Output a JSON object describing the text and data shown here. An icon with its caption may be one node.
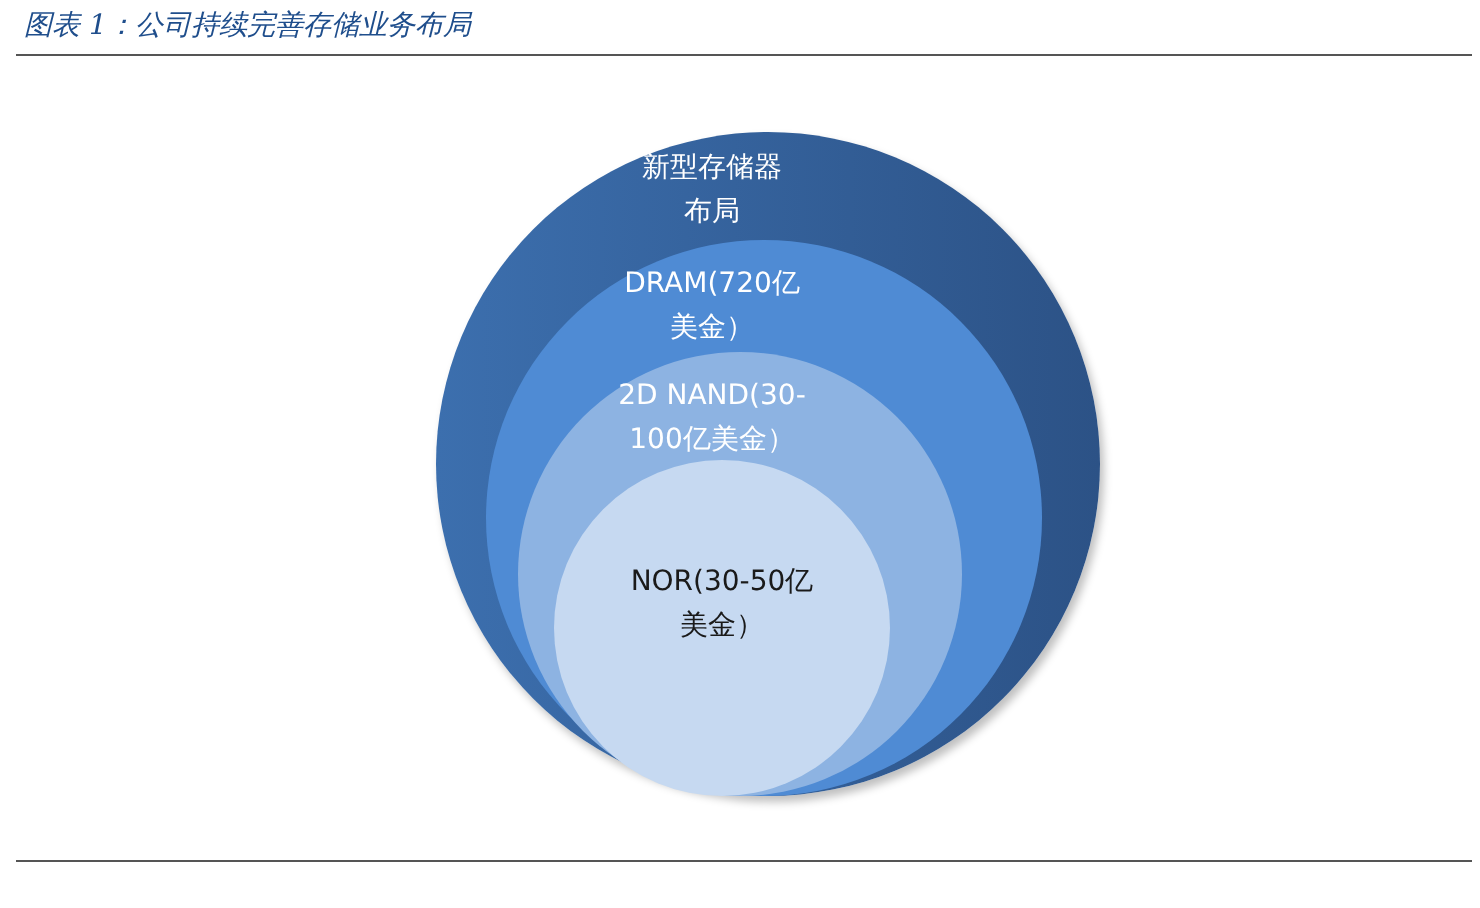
{
  "diagram": {
    "title": "图表 1：公司持续完善存储业务布局",
    "nodes": [
      {
        "text": [
          "新型存储器布局"
        ]
      },
      {
        "text": [
          "DRAM(720亿美金）"
        ],
        "in": 0
      },
      {
        "text": [
          "2D NAND(30-100亿美金）"
        ],
        "in": 1
      },
      {
        "text": [
          "NOR(30-50亿美金）"
        ],
        "in": 2
      }
    ]
  }
}
